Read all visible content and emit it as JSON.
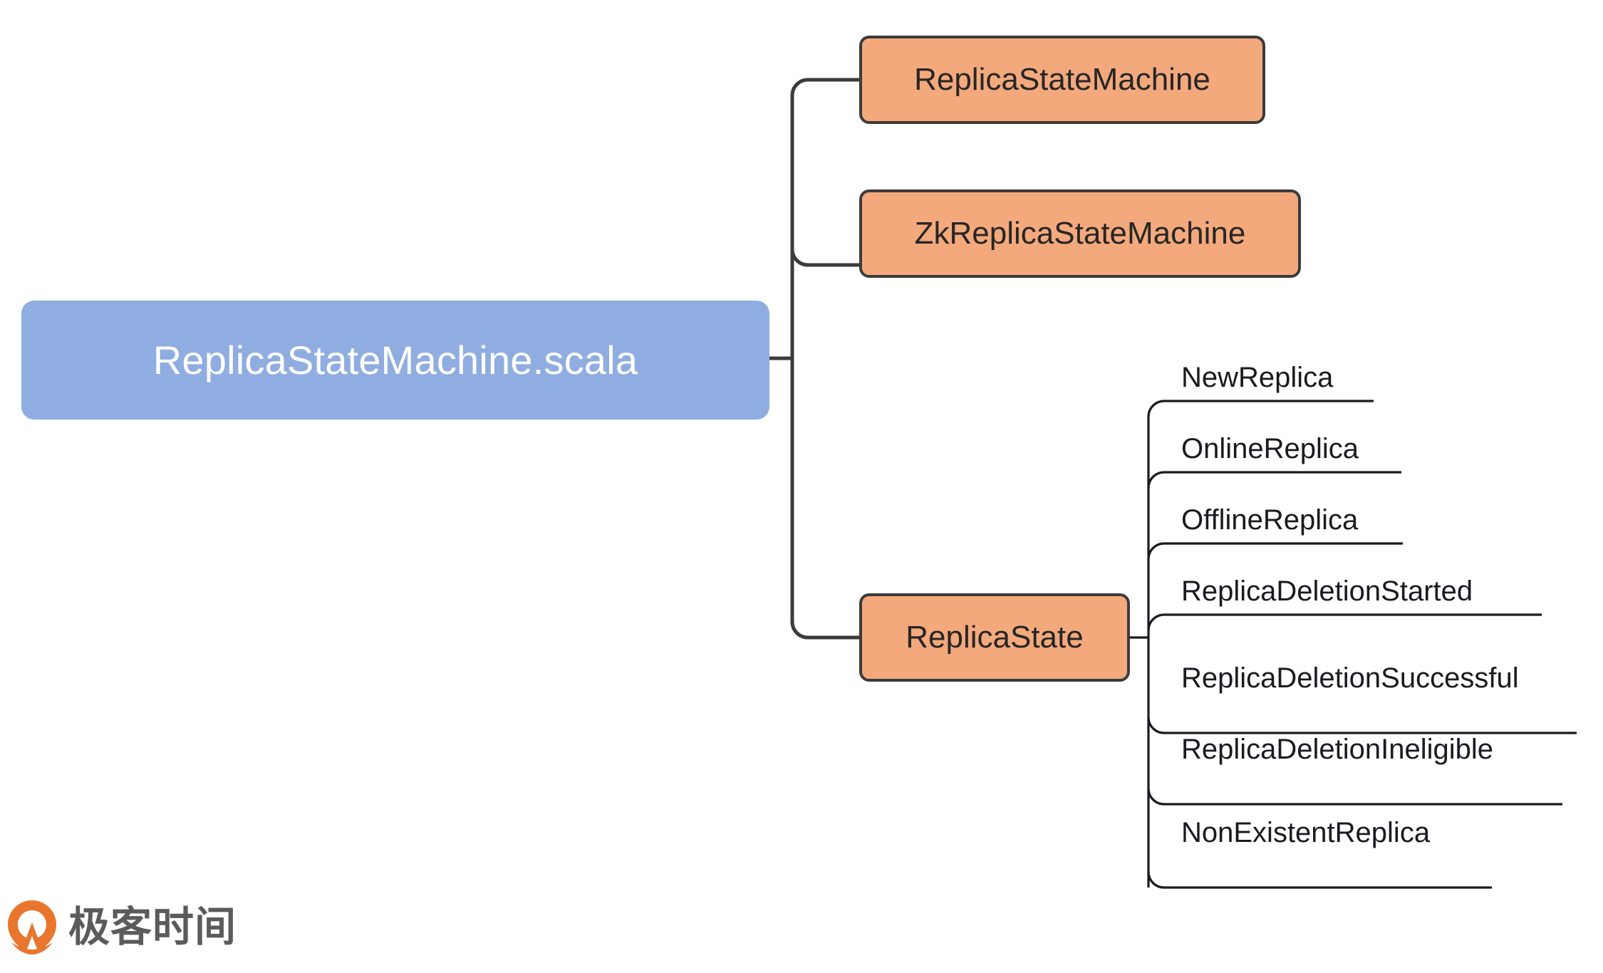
{
  "diagram": {
    "type": "mind-map",
    "title": "ReplicaStateMachine.scala",
    "root": {
      "label": "ReplicaStateMachine.scala",
      "fill": "#8FADE0",
      "text_color": "#FFFFFF"
    },
    "branch_fill": "#F4A97C",
    "branch_stroke": "#3B3B3B",
    "branches": [
      {
        "label": "ReplicaStateMachine",
        "kind": "class"
      },
      {
        "label": "ZkReplicaStateMachine",
        "kind": "class"
      },
      {
        "label": "ReplicaState",
        "kind": "class"
      }
    ],
    "leaves_parent": "ReplicaState",
    "leaves": [
      {
        "label": "NewReplica"
      },
      {
        "label": "OnlineReplica"
      },
      {
        "label": "OfflineReplica"
      },
      {
        "label": "ReplicaDeletionStarted"
      },
      {
        "label": "ReplicaDeletionSuccessful"
      },
      {
        "label": "ReplicaDeletionIneligible"
      },
      {
        "label": "NonExistentReplica"
      }
    ]
  },
  "brand": {
    "name": "极客时间",
    "logo_icon": "geektime-logo-icon",
    "logo_color": "#E8762C"
  }
}
